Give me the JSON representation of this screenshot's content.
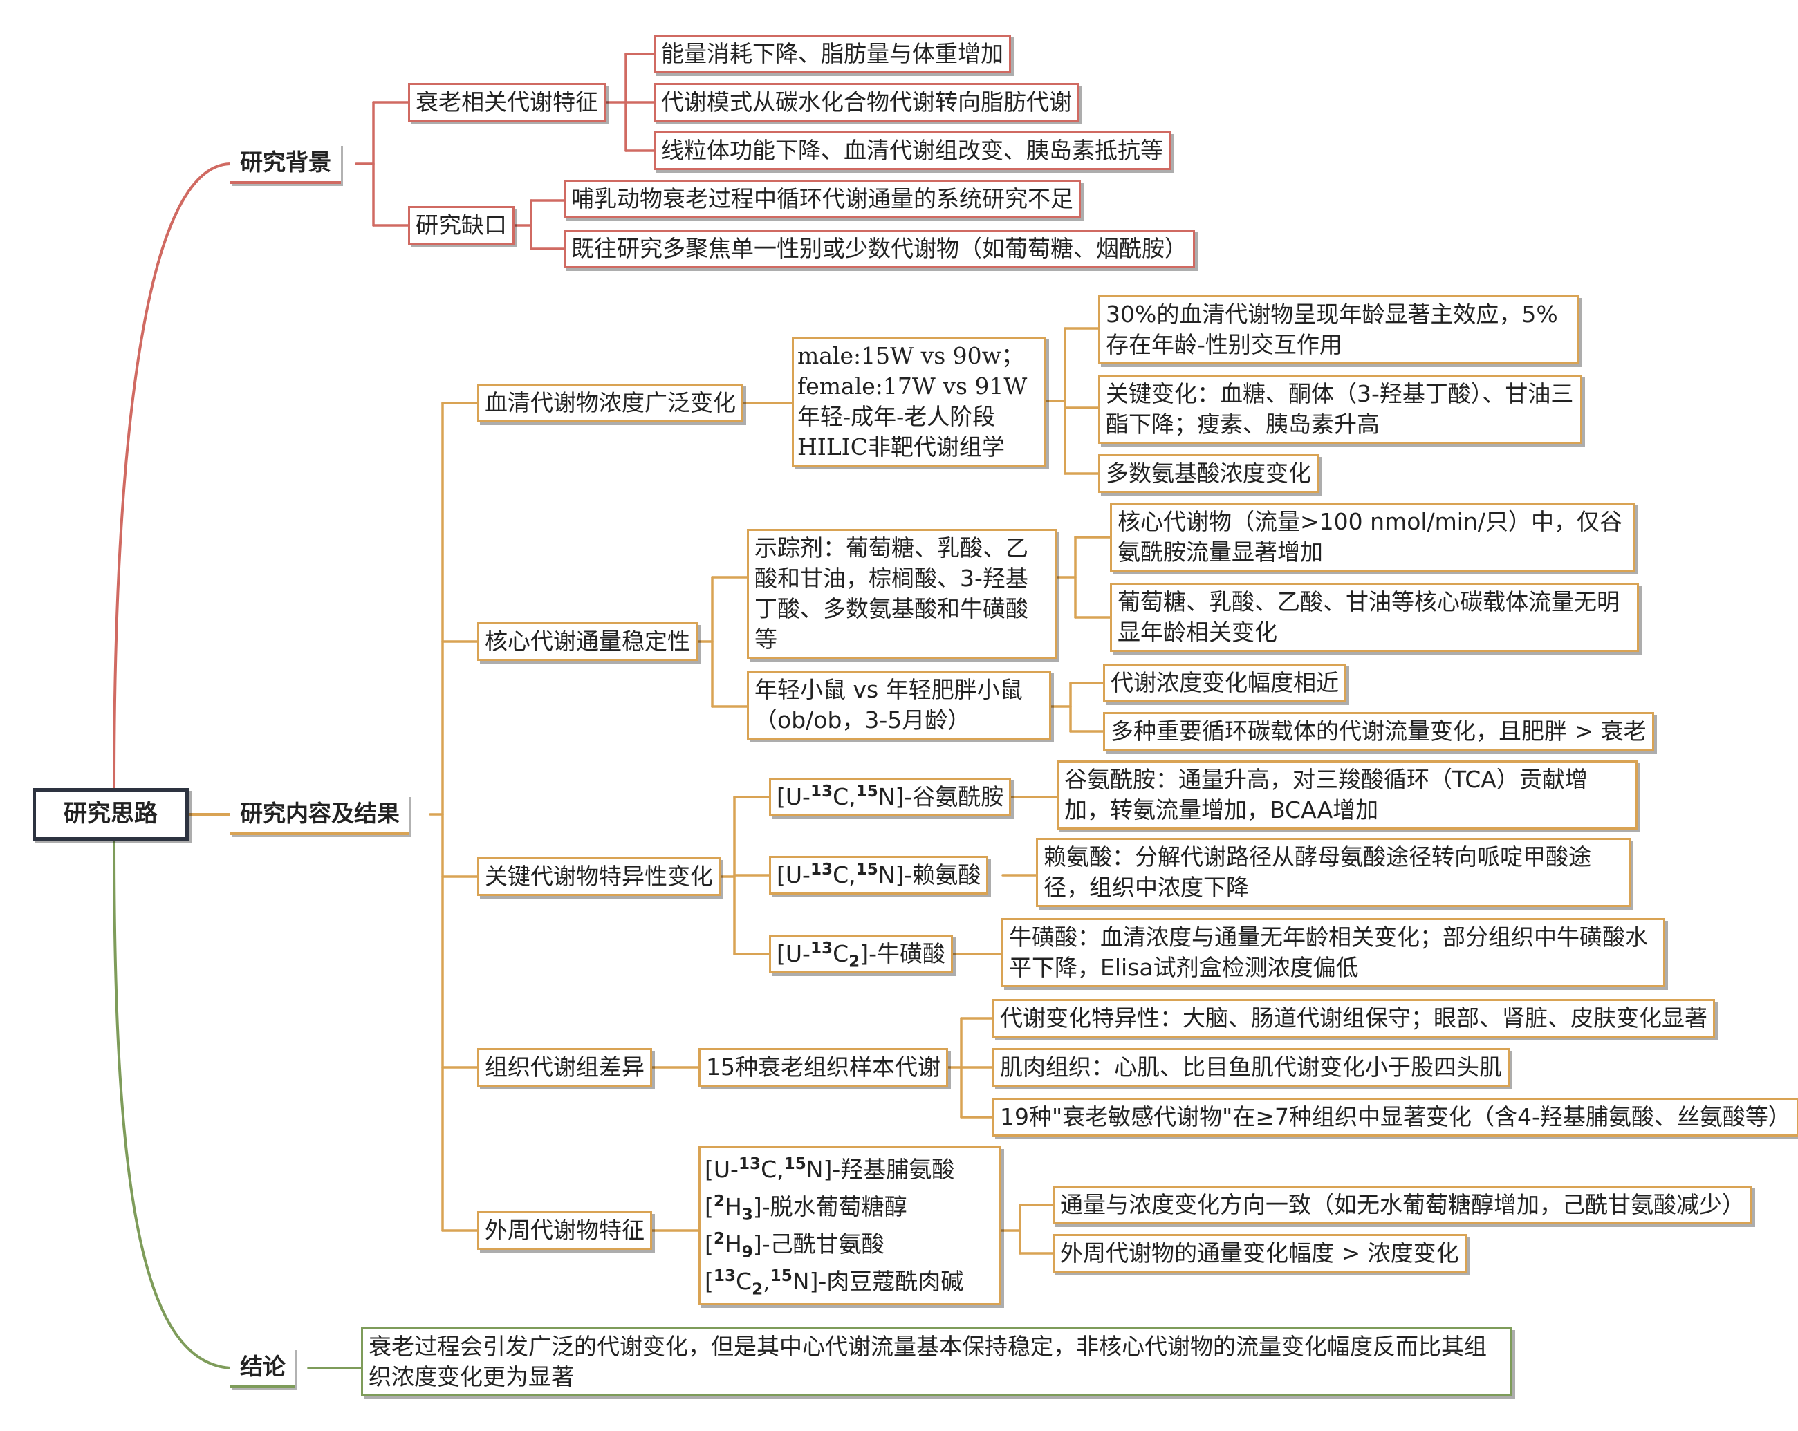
{
  "root": "研究思路",
  "background": {
    "label": "研究背景",
    "features": {
      "label": "衰老相关代谢特征",
      "items": [
        "能量消耗下降、脂肪量与体重增加",
        "代谢模式从碳水化合物代谢转向脂肪代谢",
        "线粒体功能下降、血清代谢组改变、胰岛素抵抗等"
      ]
    },
    "gap": {
      "label": "研究缺口",
      "items": [
        "哺乳动物衰老过程中循环代谢通量的系统研究不足",
        "既往研究多聚焦单一性别或少数代谢物（如葡萄糖、烟酰胺）"
      ]
    }
  },
  "content": {
    "label": "研究内容及结果",
    "serum": {
      "label": "血清代谢物浓度广泛变化",
      "design": [
        "male:15W vs 90w；",
        "female:17W vs 91W",
        "年轻-成年-老人阶段",
        "HILIC非靶代谢组学"
      ],
      "results": [
        "30%的血清代谢物呈现年龄显著主效应，5%存在年龄-性别交互作用",
        "关键变化：血糖、酮体（3-羟基丁酸）、甘油三酯下降；瘦素、胰岛素升高",
        "多数氨基酸浓度变化"
      ]
    },
    "flux": {
      "label": "核心代谢通量稳定性",
      "tracer": "示踪剂：葡萄糖、乳酸、乙酸和甘油，棕榈酸、3-羟基丁酸、多数氨基酸和牛磺酸等",
      "tracer_results": [
        "核心代谢物（流量>100 nmol/min/只）中，仅谷氨酰胺流量显著增加",
        "葡萄糖、乳酸、乙酸、甘油等核心碳载体流量无明显年龄相关变化"
      ],
      "obese": [
        "年轻小鼠 vs 年轻肥胖小鼠",
        "（ob/ob，3-5月龄）"
      ],
      "obese_results": [
        "代谢浓度变化幅度相近",
        "多种重要循环碳载体的代谢流量变化，且肥胖 > 衰老"
      ]
    },
    "specific": {
      "label": "关键代谢物特异性变化",
      "items": [
        {
          "pre": "[U-",
          "s1": "13",
          "m1": "C,",
          "s2": "15",
          "m2": "N]-谷氨酰胺",
          "desc": "谷氨酰胺：通量升高，对三羧酸循环（TCA）贡献增加，转氨流量增加，BCAA增加"
        },
        {
          "pre": "[U-",
          "s1": "13",
          "m1": "C,",
          "s2": "15",
          "m2": "N]-赖氨酸",
          "desc": "赖氨酸：分解代谢路径从酵母氨酸途径转向哌啶甲酸途径，组织中浓度下降"
        },
        {
          "pre": "[U-",
          "s1": "13",
          "m1": "C",
          "sb": "2",
          "m2": "]-牛磺酸",
          "desc": "牛磺酸：血清浓度与通量无年龄相关变化；部分组织中牛磺酸水平下降，Elisa试剂盒检测浓度偏低"
        }
      ]
    },
    "tissue": {
      "label": "组织代谢组差异",
      "sample": "15种衰老组织样本代谢",
      "results": [
        "代谢变化特异性：大脑、肠道代谢组保守；眼部、肾脏、皮肤变化显著",
        "肌肉组织：心肌、比目鱼肌代谢变化小于股四头肌",
        "19种\"衰老敏感代谢物\"在≥7种组织中显著变化（含4-羟基脯氨酸、丝氨酸等）"
      ]
    },
    "peripheral": {
      "label": "外周代谢物特征",
      "tracers": [
        {
          "a": "[U-",
          "s1": "13",
          "b": "C,",
          "s2": "15",
          "c": "N]-羟基脯氨酸"
        },
        {
          "a": "[",
          "s1": "2",
          "b": "H",
          "sb": "3",
          "c": "]-脱水葡萄糖醇"
        },
        {
          "a": "[",
          "s1": "2",
          "b": "H",
          "sb": "9",
          "c": "]-己酰甘氨酸"
        },
        {
          "a": "[",
          "s1": "13",
          "b": "C",
          "sb": "2",
          "b2": ",",
          "s2": "15",
          "c": "N]-肉豆蔻酰肉碱"
        }
      ],
      "results": [
        "通量与浓度变化方向一致（如无水葡萄糖醇增加，己酰甘氨酸减少）",
        "外周代谢物的通量变化幅度 > 浓度变化"
      ]
    }
  },
  "conclusion": {
    "label": "结论",
    "text": "衰老过程会引发广泛的代谢变化，但是其中心代谢流量基本保持稳定，非核心代谢物的流量变化幅度反而比其组织浓度变化更为显著"
  },
  "colors": {
    "background_branch": "#d06a62",
    "content_branch": "#d9a354",
    "conclusion_branch": "#7e9c5a",
    "root_border": "#2d3340"
  }
}
